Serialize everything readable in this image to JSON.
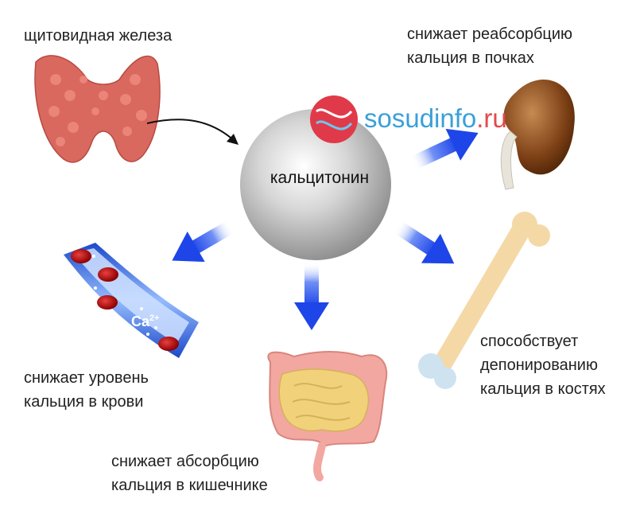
{
  "center": {
    "label": "кальцитонин"
  },
  "brand": {
    "name": "sosudinfo",
    "tld": ".ru"
  },
  "ion": {
    "symbol": "Ca",
    "charge": "2+"
  },
  "labels": {
    "thyroid": [
      "щитовидная железа"
    ],
    "kidney": [
      "снижает реабсорбцию",
      "кальция в почках"
    ],
    "bone": [
      "способствует",
      "депонированию",
      "кальция в костях"
    ],
    "blood": [
      "снижает уровень",
      "кальция в крови"
    ],
    "intestine": [
      "снижает абсорбцию",
      "кальция в кишечнике"
    ]
  },
  "colors": {
    "arrow": "#1e45e8",
    "thyroid": "#d9685f",
    "kidney": "#8a4a1e",
    "bone": "#f4d9a6",
    "vessel": "#1a4fd0",
    "intestine": "#f1d27a"
  }
}
